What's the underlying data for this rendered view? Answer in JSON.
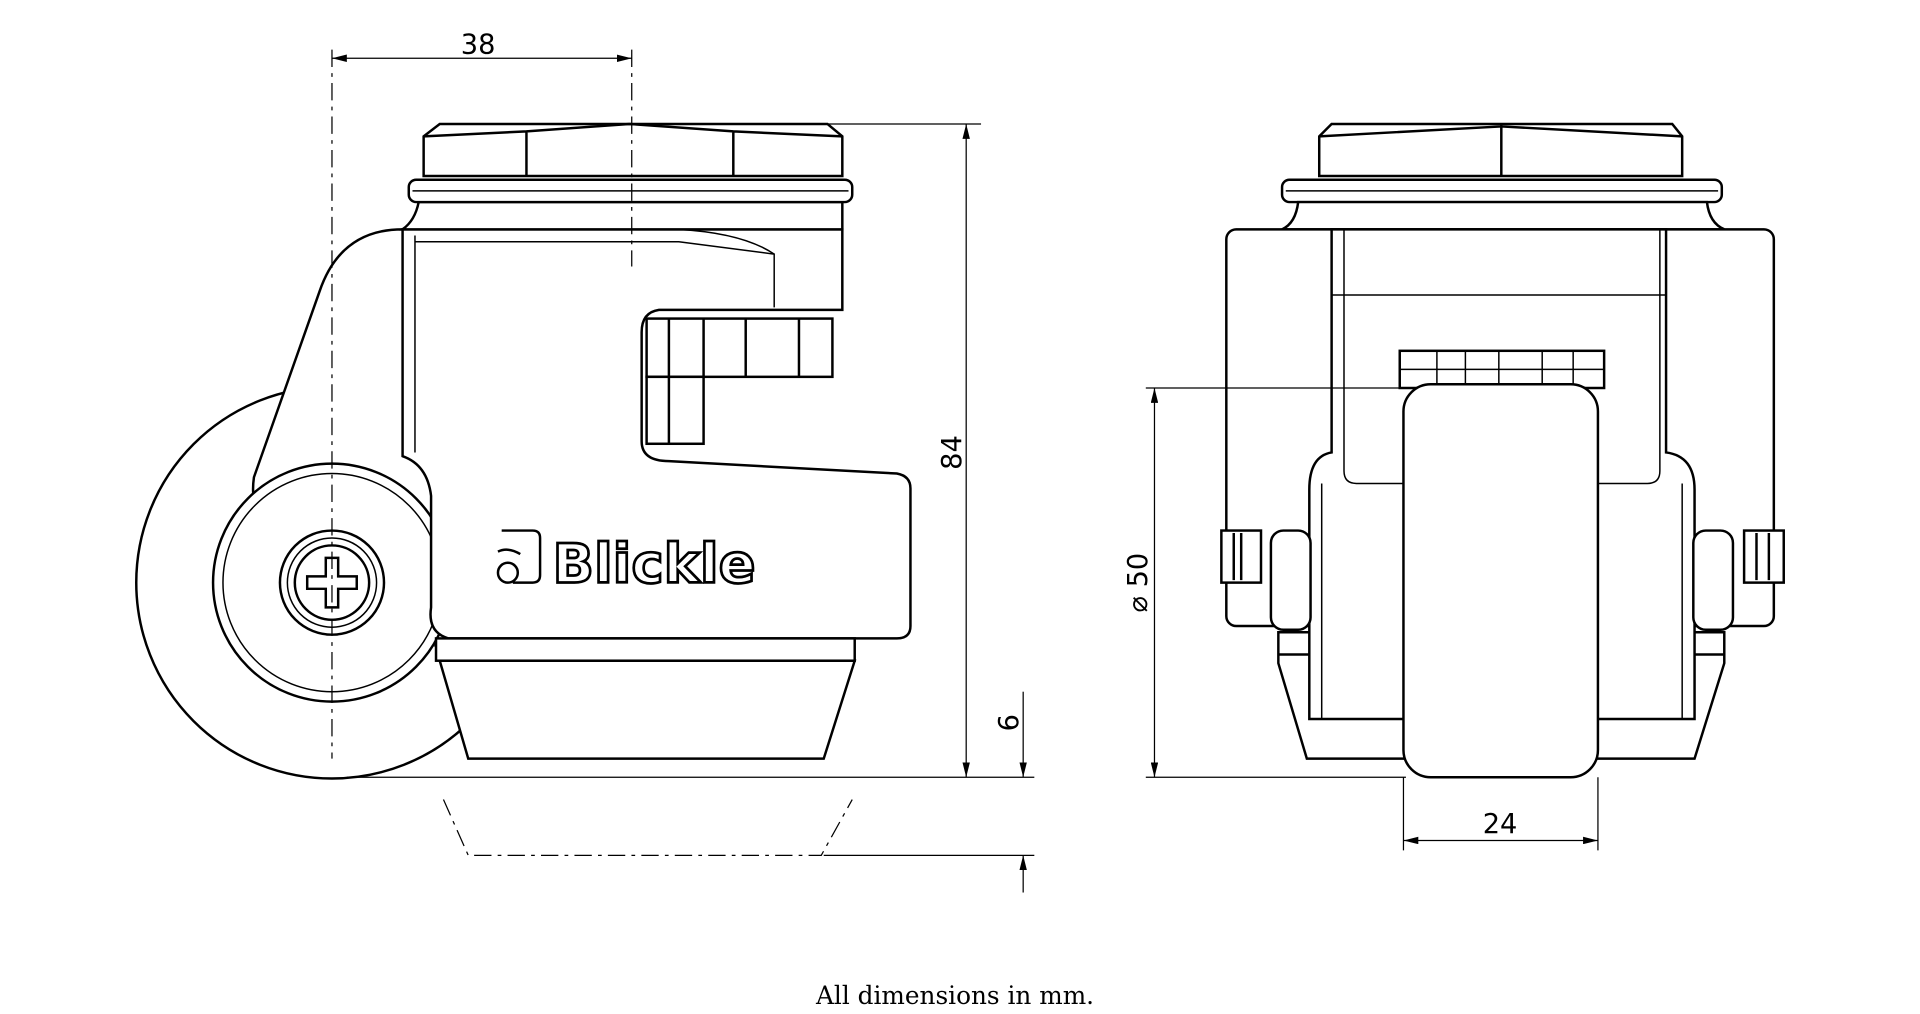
{
  "drawing": {
    "brand_logo": "Blickle",
    "dimensions": {
      "offset_width": "38",
      "overall_height": "84",
      "adjust_height": "6",
      "wheel_diameter": "⌀ 50",
      "wheel_width": "24"
    },
    "caption": "All dimensions in mm."
  }
}
